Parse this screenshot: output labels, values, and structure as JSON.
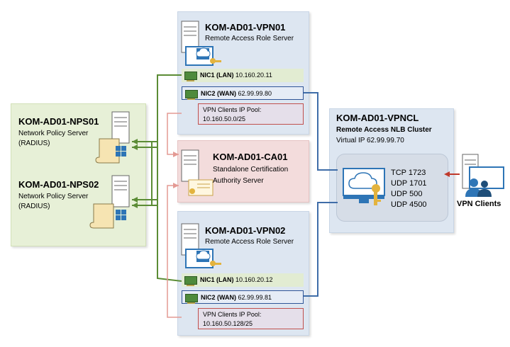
{
  "vpn01": {
    "title": "KOM-AD01-VPN01",
    "role": "Remote Access Role Server",
    "nic1_label": "NIC1 (LAN)",
    "nic1_ip": "10.160.20.11",
    "nic2_label": "NIC2 (WAN)",
    "nic2_ip": "62.99.99.80",
    "pool_label": "VPN Clients IP Pool:",
    "pool_range": "10.160.50.0/25"
  },
  "vpn02": {
    "title": "KOM-AD01-VPN02",
    "role": "Remote Access Role Server",
    "nic1_label": "NIC1 (LAN)",
    "nic1_ip": "10.160.20.12",
    "nic2_label": "NIC2 (WAN)",
    "nic2_ip": "62.99.99.81",
    "pool_label": "VPN Clients IP Pool:",
    "pool_range": "10.160.50.128/25"
  },
  "nps01": {
    "title": "KOM-AD01-NPS01",
    "role": "Network Policy Server",
    "radius": "(RADIUS)"
  },
  "nps02": {
    "title": "KOM-AD01-NPS02",
    "role": "Network Policy Server",
    "radius": "(RADIUS)"
  },
  "ca01": {
    "title": "KOM-AD01-CA01",
    "role_line1": "Standalone Certification",
    "role_line2": "Authority Server"
  },
  "vpncl": {
    "title": "KOM-AD01-VPNCL",
    "subtitle": "Remote Access NLB Cluster",
    "vip": "Virtual IP 62.99.99.70",
    "ports": [
      "TCP 1723",
      "UDP 1701",
      "UDP 500",
      "UDP 4500"
    ]
  },
  "clients": {
    "label": "VPN Clients"
  },
  "colors": {
    "lan_line": "#5b8c35",
    "wan_line": "#3f6da8",
    "pool_line": "#e49a94",
    "client_arrow": "#c0392b"
  },
  "icons": [
    "server-icon",
    "remote-access-icon",
    "nic-icon",
    "policy-scroll-icon",
    "certificate-icon",
    "cluster-monitor-icon",
    "key-icon",
    "users-icon"
  ]
}
